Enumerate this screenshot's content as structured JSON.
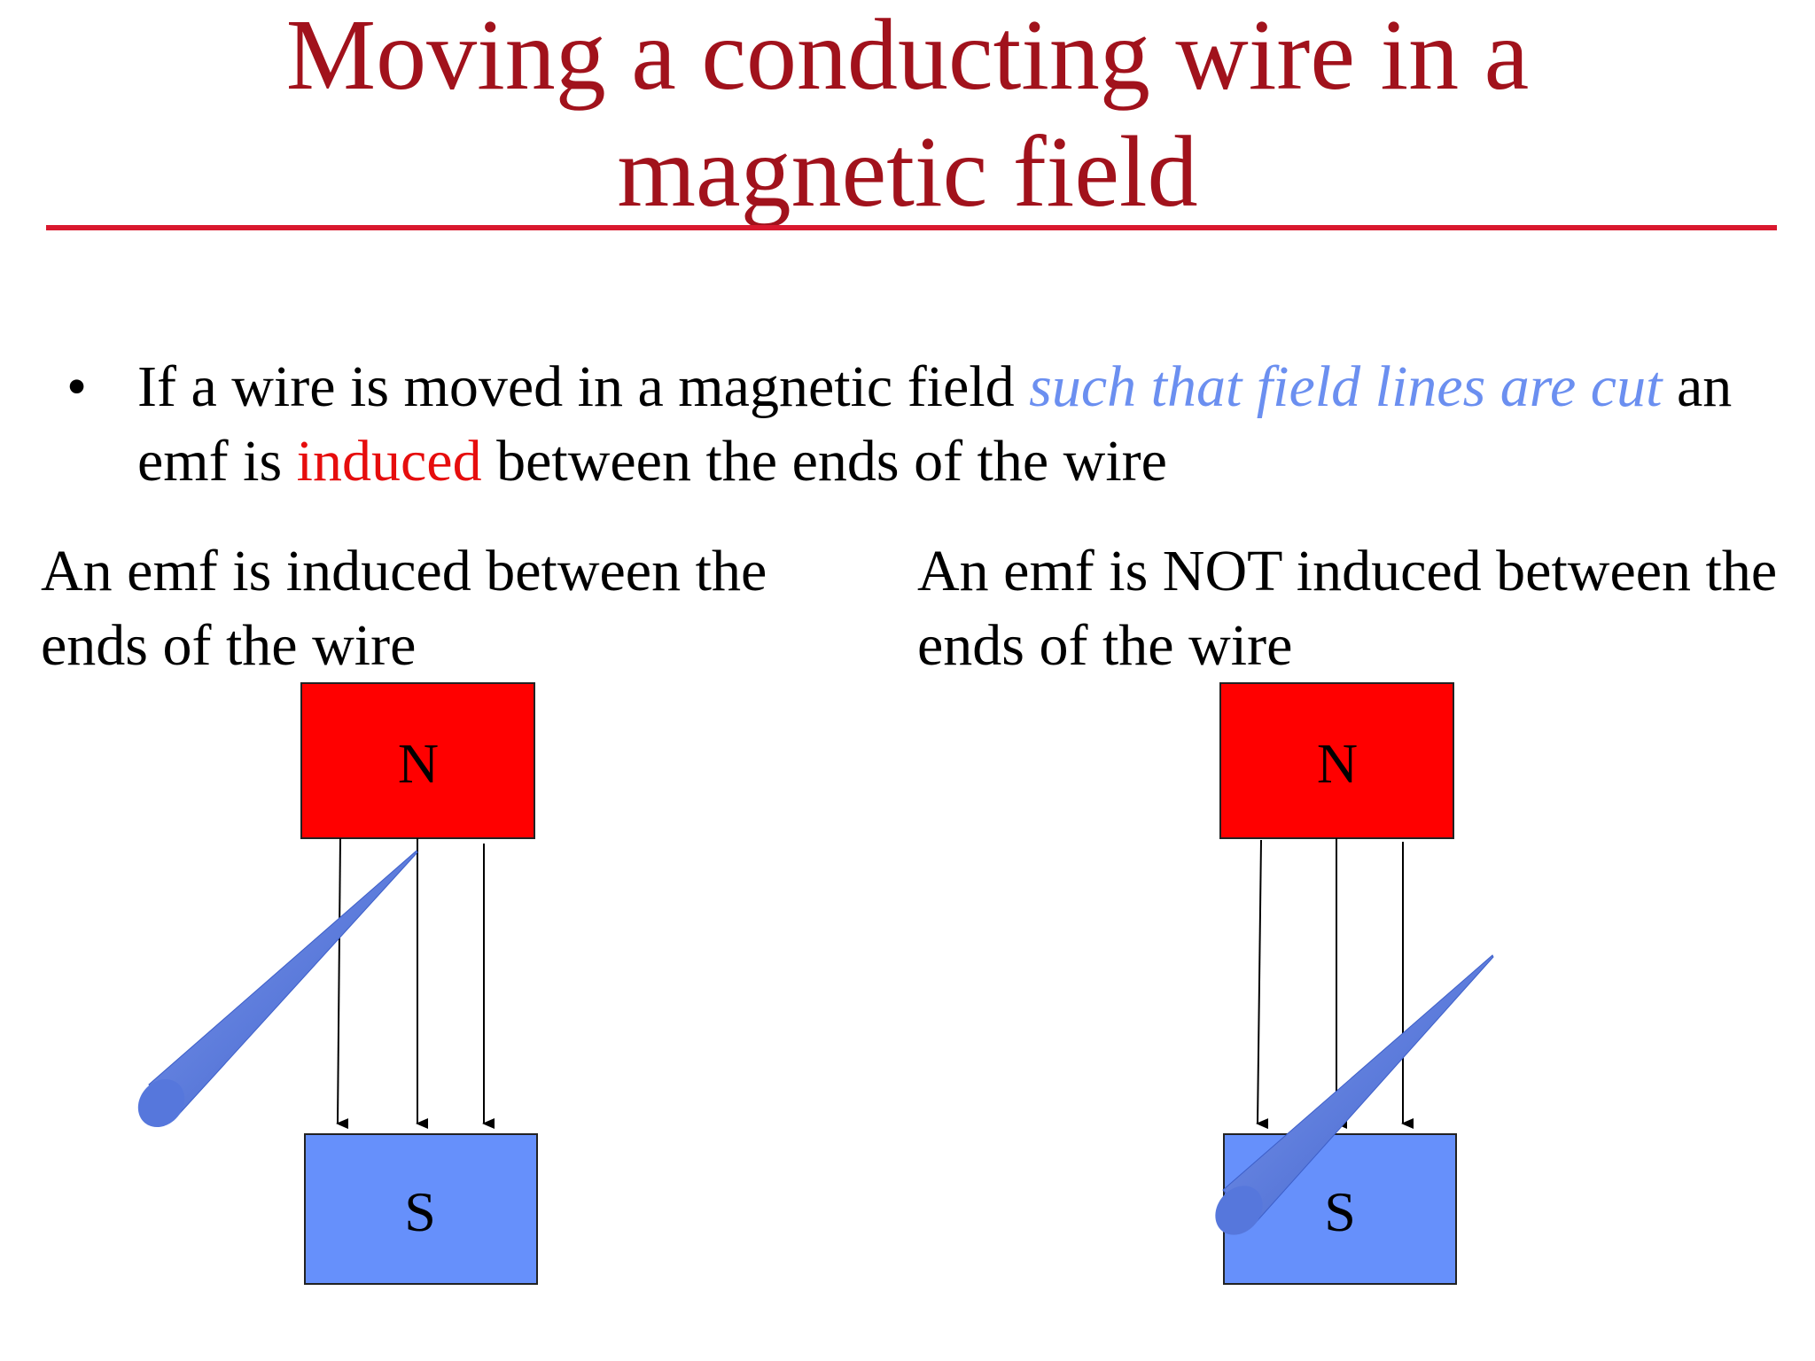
{
  "title": {
    "line1": "Moving a conducting wire in a",
    "line2": "magnetic field"
  },
  "bullet": {
    "symbol": "•",
    "part1": "If a wire is moved in a magnetic field ",
    "part2_italic": "such that field lines are cut",
    "part3": " an emf is ",
    "part4_red": "induced",
    "part5": " between the ends of the wire"
  },
  "left_caption": "An emf is induced between the ends of the wire",
  "right_caption": "An emf is NOT induced between the ends of the wire",
  "left_diagram": {
    "north_label": "N",
    "south_label": "S"
  },
  "right_diagram": {
    "north_label": "N",
    "south_label": "S"
  },
  "colors": {
    "title": "#a1121c",
    "rule": "#d9182e",
    "north_pole": "#ff0000",
    "south_pole": "#6690fb",
    "wire": "#4a6ed8",
    "italic_highlight": "#6b8ff0",
    "red_highlight": "#e60d0d"
  }
}
